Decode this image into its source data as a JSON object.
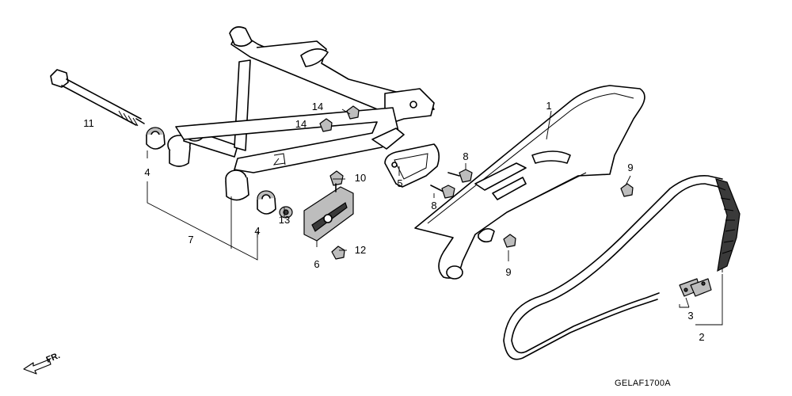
{
  "diagram_code": "GELAF1700A",
  "direction_label": "FR.",
  "parts": [
    {
      "key": "chain_case",
      "ref": "1"
    },
    {
      "key": "drive_chain",
      "ref": "2"
    },
    {
      "key": "joint_set",
      "ref": "3"
    },
    {
      "key": "bush_left",
      "ref": "4"
    },
    {
      "key": "bush_right",
      "ref": "4"
    },
    {
      "key": "chain_guide",
      "ref": "5"
    },
    {
      "key": "chain_slider",
      "ref": "6"
    },
    {
      "key": "swingarm_set",
      "ref": "7"
    },
    {
      "key": "bolt_upper",
      "ref": "8"
    },
    {
      "key": "bolt_lower",
      "ref": "8"
    },
    {
      "key": "nut_rear",
      "ref": "9"
    },
    {
      "key": "nut_lower",
      "ref": "9"
    },
    {
      "key": "bolt_flange",
      "ref": "10"
    },
    {
      "key": "pivot_bolt",
      "ref": "11"
    },
    {
      "key": "slider_nut",
      "ref": "12"
    },
    {
      "key": "collar",
      "ref": "13"
    },
    {
      "key": "nut_upper",
      "ref": "14"
    },
    {
      "key": "nut_lower_14",
      "ref": "14"
    }
  ]
}
